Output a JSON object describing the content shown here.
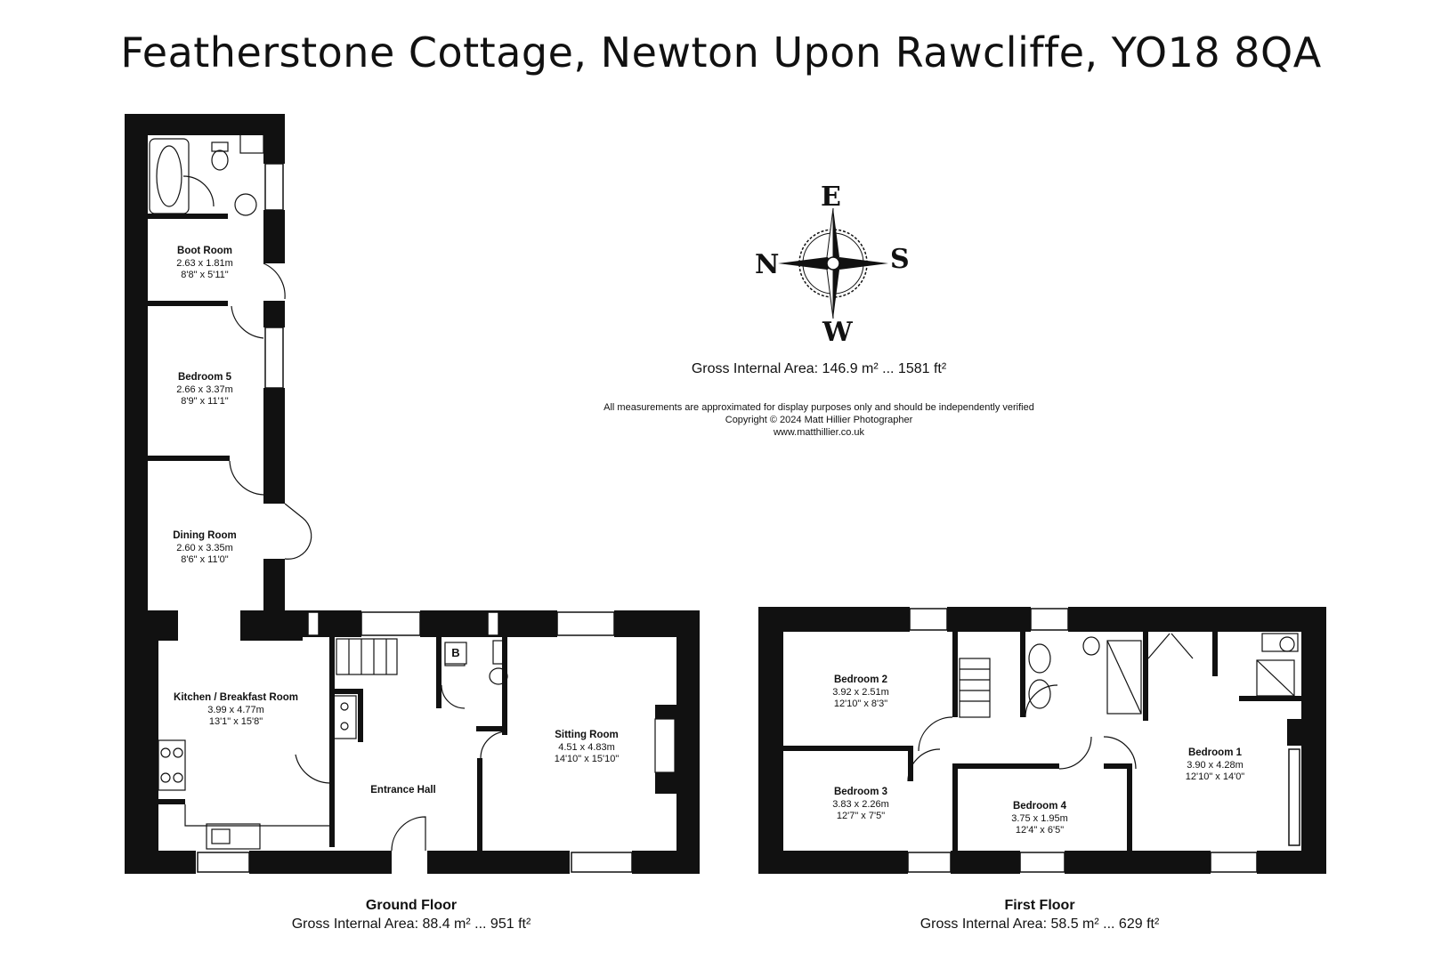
{
  "title": "Featherstone Cottage, Newton Upon Rawcliffe, YO18 8QA",
  "compass": {
    "top": "E",
    "bottom": "W",
    "left": "N",
    "right": "S"
  },
  "gross_internal_area": "Gross Internal Area: 146.9 m² ... 1581 ft²",
  "notes": {
    "line1": "All measurements are approximated for display purposes only and should be independently verified",
    "line2": "Copyright © 2024 Matt Hillier Photographer",
    "line3": "www.matthillier.co.uk"
  },
  "ground_floor": {
    "label": "Ground Floor",
    "area": "Gross Internal Area: 88.4 m² ... 951 ft²",
    "boiler_symbol": "B",
    "rooms": {
      "boot_room": {
        "name": "Boot Room",
        "metric": "2.63 x 1.81m",
        "imperial": "8'8\" x 5'11\""
      },
      "bedroom5": {
        "name": "Bedroom 5",
        "metric": "2.66 x 3.37m",
        "imperial": "8'9\" x 11'1\""
      },
      "dining_room": {
        "name": "Dining Room",
        "metric": "2.60 x 3.35m",
        "imperial": "8'6\" x 11'0\""
      },
      "kitchen": {
        "name": "Kitchen / Breakfast Room",
        "metric": "3.99 x 4.77m",
        "imperial": "13'1\" x 15'8\""
      },
      "entrance_hall": {
        "name": "Entrance Hall"
      },
      "sitting_room": {
        "name": "Sitting Room",
        "metric": "4.51 x 4.83m",
        "imperial": "14'10\" x 15'10\""
      }
    }
  },
  "first_floor": {
    "label": "First Floor",
    "area": "Gross Internal Area: 58.5 m² ... 629 ft²",
    "rooms": {
      "bedroom2": {
        "name": "Bedroom 2",
        "metric": "3.92 x 2.51m",
        "imperial": "12'10\" x 8'3\""
      },
      "bedroom3": {
        "name": "Bedroom 3",
        "metric": "3.83 x 2.26m",
        "imperial": "12'7\" x 7'5\""
      },
      "bedroom4": {
        "name": "Bedroom 4",
        "metric": "3.75 x 1.95m",
        "imperial": "12'4\" x 6'5\""
      },
      "bedroom1": {
        "name": "Bedroom 1",
        "metric": "3.90 x 4.28m",
        "imperial": "12'10\" x 14'0\""
      }
    }
  }
}
